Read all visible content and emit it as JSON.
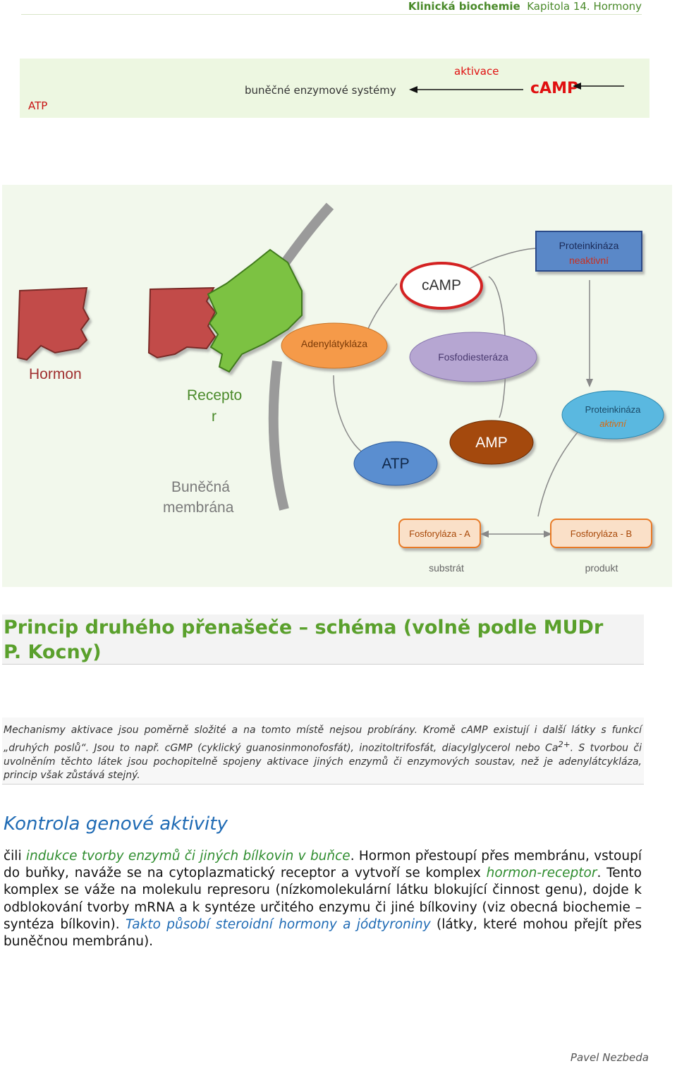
{
  "header": {
    "book": "Klinická biochemie",
    "chapter": "Kapitola 14. Hormony"
  },
  "top_scheme": {
    "atp": "ATP",
    "systems": "buněčné enzymové systémy",
    "activation": "aktivace",
    "camp": "cAMP"
  },
  "diagram": {
    "hormone": "Hormon",
    "receptor_1": "Recepto",
    "receptor_2": "r",
    "membrane_1": "Buněčná",
    "membrane_2": "membrána",
    "adenylate_cyclase": "Adenylátykláza",
    "camp": "cAMP",
    "phosphodiesterase": "Fosfodiesteráza",
    "pk_inactive_1": "Proteinkináza",
    "pk_inactive_2": "neaktivní",
    "pk_active_1": "Proteinkináza",
    "pk_active_2": "aktivní",
    "atp": "ATP",
    "amp": "AMP",
    "phosphorylase_a": "Fosforyláza - A",
    "phosphorylase_b": "Fosforyláza - B",
    "substrate": "substrát",
    "product": "produkt"
  },
  "heading1": "Princip druhého přenašeče – schéma (volně podle MUDr P. Kocny)",
  "para1": {
    "text1": "Mechanismy aktivace jsou poměrně složité a na tomto místě nejsou probírány. Kromě cAMP existují i další látky s funkcí „druhých poslů“. Jsou to např. cGMP (cyklický guanosinmonofosfát), inozitoltrifosfát, diacylglycerol nebo Ca",
    "sup": "2+",
    "text2": ". S tvorbou či uvolněním těchto látek jsou pochopitelně spojeny aktivace jiných enzymů či enzymových soustav, než je adenylátcykláza, princip však zůstává stejný."
  },
  "heading2": "Kontrola genové aktivity",
  "para2": {
    "p1": "čili ",
    "p2": "indukce tvorby enzymů či jiných bílkovin v buňce",
    "p3": ". Hormon přestoupí přes membránu, vstoupí do buňky, naváže se na cytoplazmatický receptor a vytvoří se komplex ",
    "p4": "hormon-receptor",
    "p5": ". Tento komplex se váže na molekulu represoru (nízkomolekulární látku blokující činnost genu), dojde k odblokování tvorby mRNA a k syntéze určitého enzymu či jiné bílkoviny (viz obecná biochemie – syntéza bílkovin). ",
    "p6": "Takto působí steroidní hormony a jódtyroniny",
    "p7": " (látky, které mohou přejít přes buněčnou membránu)."
  },
  "author": "Pavel Nezbeda",
  "colors": {
    "green_heading": "#5aa02c",
    "red": "#e01010",
    "blue": "#1e6ab4",
    "diagram_bg": "#f2f8ec"
  }
}
